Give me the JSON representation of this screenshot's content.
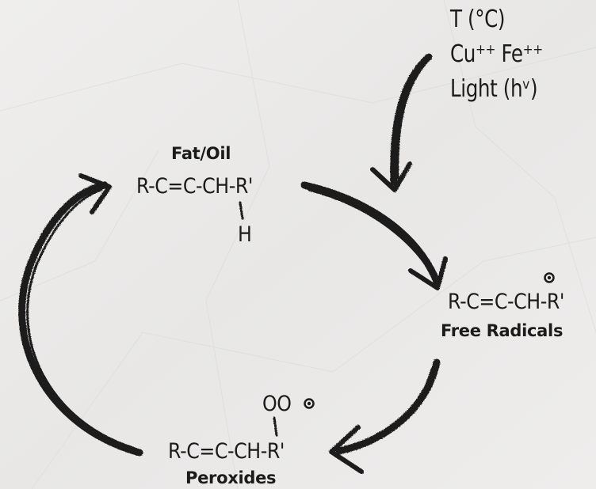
{
  "conditions": {
    "line1": "T (°C)",
    "line2": "Cu⁺⁺ Fe⁺⁺",
    "line3": "Light (hᵛ)"
  },
  "fat_oil": {
    "caption": "Fat/Oil",
    "formula": "R-C=C-CH-R'",
    "hydrogen": "H"
  },
  "free_radicals": {
    "caption": "Free Radicals",
    "formula": "R-C=C-CH-R'"
  },
  "peroxides": {
    "caption": "Peroxides",
    "formula": "R-C=C-CH-R'",
    "group": "OO"
  },
  "colors": {
    "ink": "#1b1b1b",
    "paper": "#ecebea"
  }
}
